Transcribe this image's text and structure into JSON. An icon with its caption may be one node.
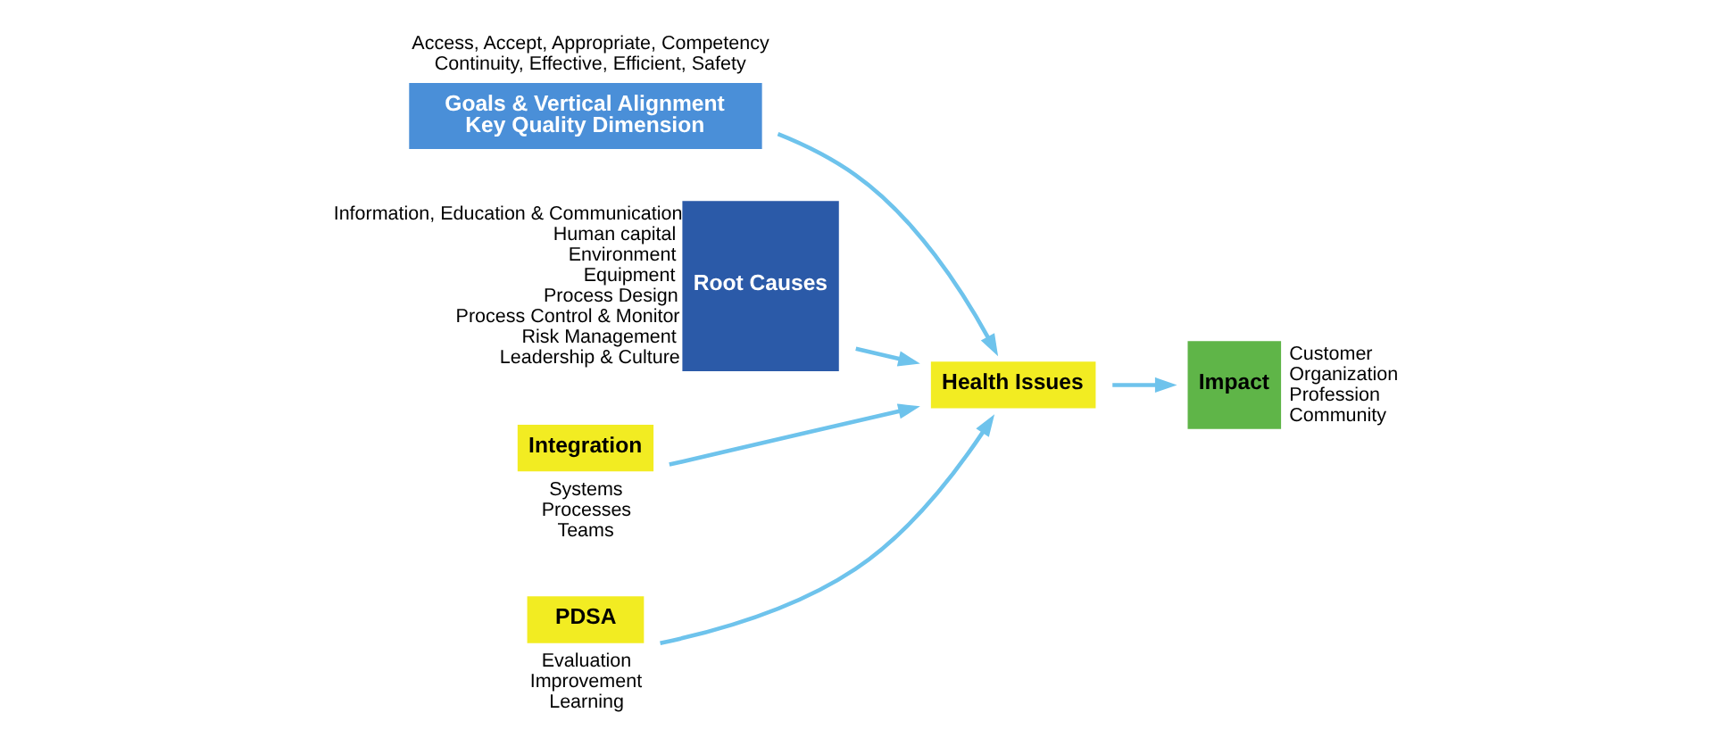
{
  "diagram": {
    "nodes": [
      {
        "text": [
          "Goals & Vertical Alignment",
          "Key Quality Dimension"
        ],
        "beside": [
          "Access, Accept, Appropriate, Competency",
          "Continuity, Effective, Efficient, Safety"
        ]
      },
      {
        "text": [
          "Root Causes"
        ],
        "beside": [
          "Information, Education & Communication",
          "Human capital",
          "Environment",
          "Equipment",
          "Process Design",
          "Process Control & Monitor",
          "Risk Management",
          "Leadership & Culture"
        ]
      },
      {
        "text": [
          "Health Issues"
        ]
      },
      {
        "text": [
          "Impact"
        ],
        "beside": [
          "Customer",
          "Organization",
          "Profession",
          "Community"
        ]
      },
      {
        "text": [
          "Integration"
        ],
        "beside": [
          "Systems",
          "Processes",
          "Teams"
        ]
      },
      {
        "text": [
          "PDSA"
        ],
        "beside": [
          "Evaluation",
          "Improvement",
          "Learning"
        ]
      }
    ],
    "edges": [
      {
        "from": 0,
        "to": 2,
        "arrow": "to"
      },
      {
        "from": 1,
        "to": 2,
        "arrow": "to"
      },
      {
        "from": 2,
        "to": 3,
        "arrow": "to"
      },
      {
        "from": 4,
        "to": 2,
        "arrow": "to"
      },
      {
        "from": 5,
        "to": 2,
        "arrow": "to"
      }
    ]
  }
}
